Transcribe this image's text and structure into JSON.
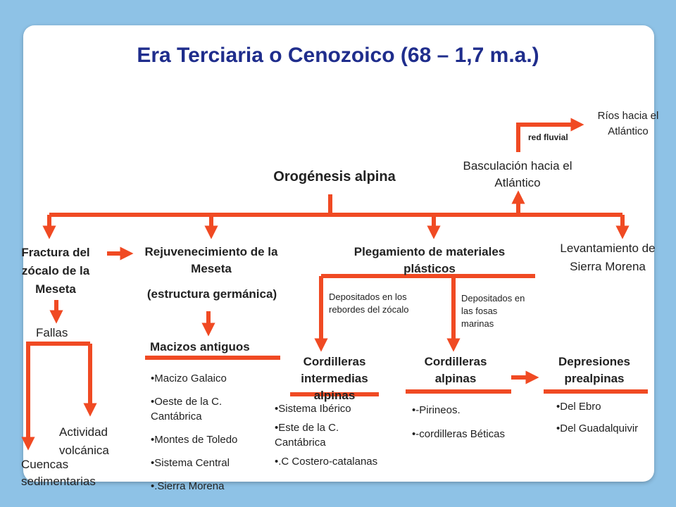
{
  "title": "Era Terciaria o Cenozoico (68 – 1,7 m.a.)",
  "root": "Orogénesis alpina",
  "basculacion": "Basculación hacia el Atlántico",
  "red_fluvial": "red fluvial",
  "rios": "Ríos hacia el Atlántico",
  "fractura": "Fractura del zócalo de la Meseta",
  "rejuvenecimiento": "Rejuvenecimiento de la Meseta",
  "estructura": "(estructura germánica)",
  "plegamiento": "Plegamiento de materiales plásticos",
  "levantamiento": "Levantamiento de Sierra Morena",
  "fallas": "Fallas",
  "actividad": "Actividad volcánica",
  "cuencas": "Cuencas sedimentarias",
  "macizos": {
    "title": "Macizos antiguos",
    "items": [
      "•Macizo Galaico",
      "•Oeste de la C. Cantábrica",
      "•Montes de Toledo",
      "•Sistema Central",
      "•.Sierra Morena"
    ]
  },
  "depositados_rebordes": "Depositados en los rebordes del zócalo",
  "depositados_fosas": "Depositados en las fosas marinas",
  "intermedias": {
    "title": "Cordilleras intermedias alpinas",
    "items": [
      "•Sistema Ibérico",
      "•Este de la C. Cantábrica",
      "•.C Costero-catalanas"
    ]
  },
  "alpinas": {
    "title": "Cordilleras alpinas",
    "items": [
      "•-Pirineos.",
      "•-cordilleras Béticas"
    ]
  },
  "depresiones": {
    "title": "Depresiones prealpinas",
    "items": [
      "•Del Ebro",
      "•Del Guadalquivir"
    ]
  },
  "colors": {
    "title": "#1f2d8c",
    "arrow": "#f04a23",
    "background": "#8ec2e6",
    "card": "#ffffff"
  }
}
